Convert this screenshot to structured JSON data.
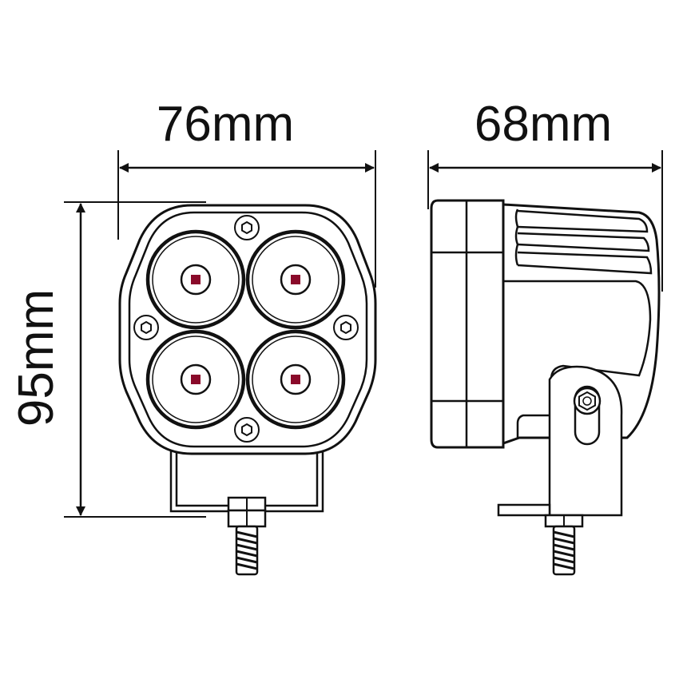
{
  "dimensions": {
    "width": "76mm",
    "depth": "68mm",
    "height": "95mm"
  },
  "colors": {
    "line": "#111111",
    "background": "#ffffff",
    "led_chip": "#8a0a2a"
  },
  "front_view": {
    "led_count": 4,
    "screw_count": 4
  }
}
